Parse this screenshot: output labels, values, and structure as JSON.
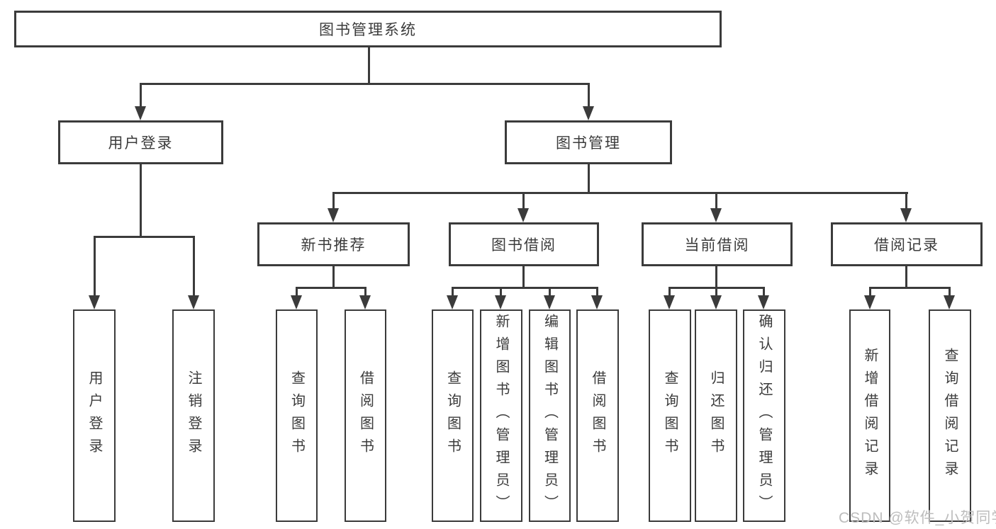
{
  "diagram": {
    "root": {
      "label": "图书管理系统"
    },
    "level1": [
      {
        "label": "用户登录"
      },
      {
        "label": "图书管理"
      }
    ],
    "level2": [
      {
        "label": "新书推荐"
      },
      {
        "label": "图书借阅"
      },
      {
        "label": "当前借阅"
      },
      {
        "label": "借阅记录"
      }
    ],
    "leaves": [
      {
        "label": "用户登录"
      },
      {
        "label": "注销登录"
      },
      {
        "label": "查询图书"
      },
      {
        "label": "借阅图书"
      },
      {
        "label": "查询图书"
      },
      {
        "label": "新增图书（管理员）"
      },
      {
        "label": "编辑图书（管理员）"
      },
      {
        "label": "借阅图书"
      },
      {
        "label": "查询图书"
      },
      {
        "label": "归还图书"
      },
      {
        "label": "确认归还（管理员）"
      },
      {
        "label": "新增借阅记录"
      },
      {
        "label": "查询借阅记录"
      }
    ]
  },
  "watermark": {
    "text": "CSDN @软件_小贺同学"
  },
  "colors": {
    "line": "#3b3b3b",
    "text": "#3b3b3b",
    "box_background": "#ffffff",
    "watermark": "#bdbdbd"
  }
}
